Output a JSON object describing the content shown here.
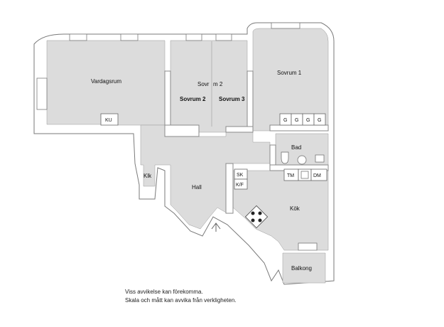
{
  "rooms": {
    "vardagsrum": "Vardagsrum",
    "sovrum_2_split": "Sovr",
    "sovrum_2_split_b": "m 2",
    "sovrum_2": "Sovrum 2",
    "sovrum_3": "Sovrum 3",
    "sovrum_1": "Sovrum 1",
    "bad": "Bad",
    "hall": "Hall",
    "kok": "Kök",
    "balkong": "Balkong",
    "klk": "Klk"
  },
  "fixtures": {
    "ku": "KU",
    "g": "G",
    "tm": "TM",
    "dm": "DM",
    "sk": "SK",
    "kf": "K/F"
  },
  "disclaimer": {
    "line1": "Viss avvikelse kan förekomma.",
    "line2": "Skala och mått kan avvika från verkligheten."
  },
  "colors": {
    "floor": "#dcdcdc",
    "wall": "#ffffff",
    "outline": "#7a7a7a"
  }
}
